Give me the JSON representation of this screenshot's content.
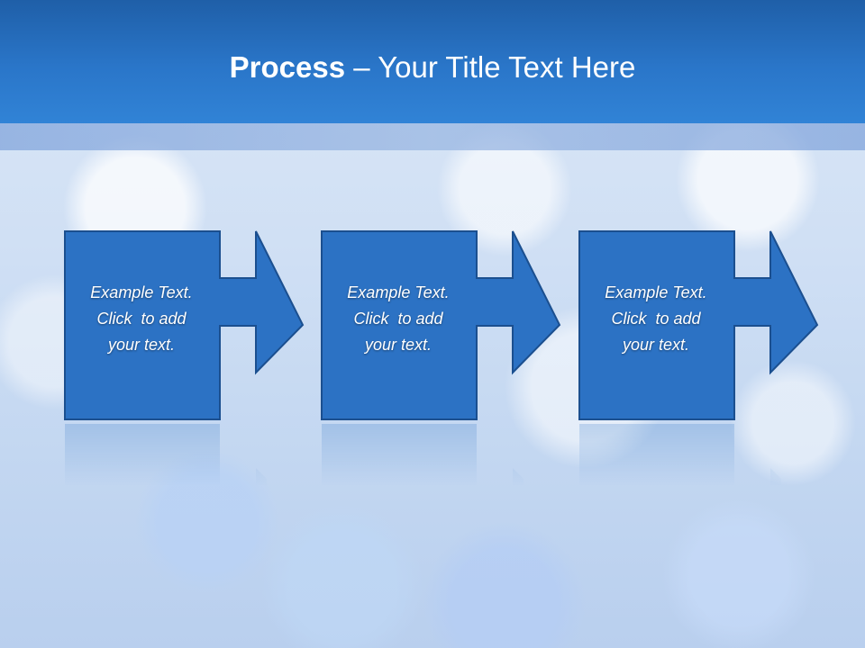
{
  "slide": {
    "title_bold": "Process",
    "title_rest": " – Your Title Text Here",
    "colors": {
      "header": "#2a76c9",
      "box_fill": "#2c72c4",
      "box_stroke": "#1b4f8f",
      "text": "#ffffff"
    }
  },
  "steps": [
    {
      "line1": "Example Text.",
      "line2": "Click  to add",
      "line3": "your text."
    },
    {
      "line1": "Example Text.",
      "line2": "Click  to add",
      "line3": "your text."
    },
    {
      "line1": "Example Text.",
      "line2": "Click  to add",
      "line3": "your text."
    }
  ]
}
